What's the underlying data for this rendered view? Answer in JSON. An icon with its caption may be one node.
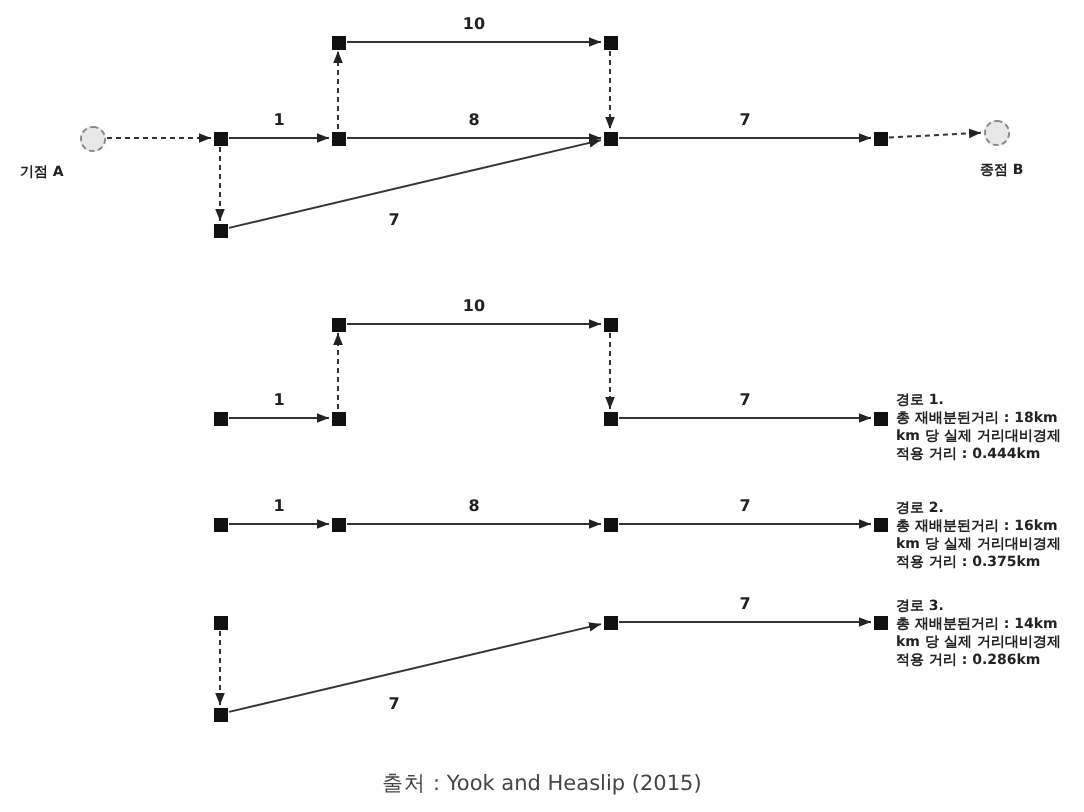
{
  "diagram": {
    "caption": "출처 : Yook and Heaslip (2015)",
    "nodes": [
      {
        "text": [],
        "shape": "circle",
        "beside": [
          "기점 A"
        ]
      },
      {
        "text": [],
        "shape": "box"
      },
      {
        "text": [],
        "shape": "box"
      },
      {
        "text": [],
        "shape": "box"
      },
      {
        "text": [],
        "shape": "box"
      },
      {
        "text": [],
        "shape": "box"
      },
      {
        "text": [],
        "shape": "box"
      },
      {
        "text": [],
        "shape": "box"
      },
      {
        "text": [],
        "shape": "circle",
        "beside": [
          "종점 B"
        ]
      },
      {
        "text": [],
        "shape": "box"
      },
      {
        "text": [],
        "shape": "box"
      },
      {
        "text": [],
        "shape": "box"
      },
      {
        "text": [],
        "shape": "box"
      },
      {
        "text": [],
        "shape": "box"
      },
      {
        "text": [],
        "shape": "box",
        "beside": [
          "경로 1.",
          "총 재배분된거리 : 18km",
          "km 당 실제 거리대비경제",
          "적용 거리 : 0.444km"
        ]
      },
      {
        "text": [],
        "shape": "box"
      },
      {
        "text": [],
        "shape": "box"
      },
      {
        "text": [],
        "shape": "box"
      },
      {
        "text": [],
        "shape": "box",
        "beside": [
          "경로 2.",
          "총 재배분된거리 : 16km",
          "km 당 실제 거리대비경제",
          "적용 거리 : 0.375km"
        ]
      },
      {
        "text": [],
        "shape": "box"
      },
      {
        "text": [],
        "shape": "box"
      },
      {
        "text": [],
        "shape": "box"
      },
      {
        "text": [],
        "shape": "box",
        "beside": [
          "경로 3.",
          "총 재배분된거리 : 14km",
          "km 당 실제 거리대비경제",
          "적용 거리 : 0.286km"
        ]
      }
    ],
    "edges": [
      {
        "from": 0,
        "to": 1,
        "arrow": "to",
        "style": "dashed"
      },
      {
        "from": 1,
        "to": 2,
        "arrow": "to",
        "label": "1"
      },
      {
        "from": 2,
        "to": 3,
        "arrow": "to",
        "style": "dashed"
      },
      {
        "from": 3,
        "to": 4,
        "arrow": "to",
        "label": "10"
      },
      {
        "from": 4,
        "to": 5,
        "arrow": "to",
        "style": "dashed"
      },
      {
        "from": 2,
        "to": 5,
        "arrow": "to",
        "label": "8"
      },
      {
        "from": 1,
        "to": 6,
        "arrow": "to",
        "style": "dashed"
      },
      {
        "from": 6,
        "to": 5,
        "arrow": "to",
        "label": "7"
      },
      {
        "from": 5,
        "to": 7,
        "arrow": "to",
        "label": "7"
      },
      {
        "from": 7,
        "to": 8,
        "arrow": "to",
        "style": "dashed"
      },
      {
        "from": 9,
        "to": 10,
        "arrow": "to",
        "label": "1"
      },
      {
        "from": 10,
        "to": 11,
        "arrow": "to",
        "style": "dashed"
      },
      {
        "from": 11,
        "to": 12,
        "arrow": "to",
        "label": "10"
      },
      {
        "from": 12,
        "to": 13,
        "arrow": "to",
        "style": "dashed"
      },
      {
        "from": 13,
        "to": 14,
        "arrow": "to",
        "label": "7"
      },
      {
        "from": 15,
        "to": 16,
        "arrow": "to",
        "label": "1"
      },
      {
        "from": 16,
        "to": 17,
        "arrow": "to",
        "label": "8"
      },
      {
        "from": 17,
        "to": 18,
        "arrow": "to",
        "label": "7"
      },
      {
        "from": 19,
        "to": 20,
        "arrow": "to",
        "style": "dashed"
      },
      {
        "from": 20,
        "to": 21,
        "arrow": "to",
        "label": "7"
      },
      {
        "from": 21,
        "to": 22,
        "arrow": "to",
        "label": "7"
      }
    ]
  }
}
